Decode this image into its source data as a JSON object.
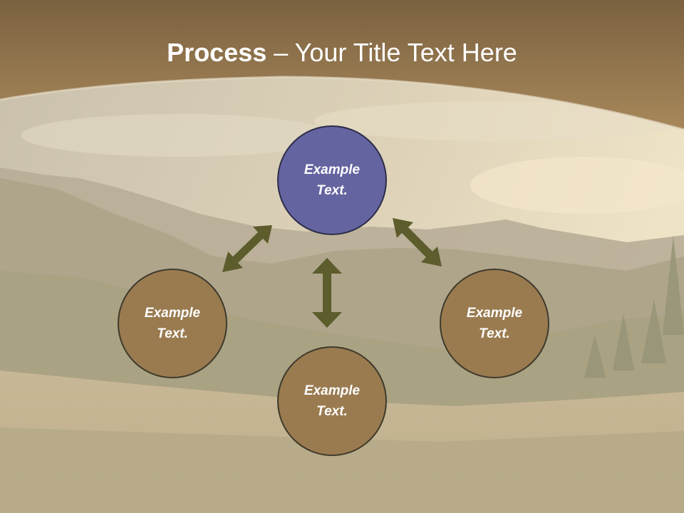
{
  "slide": {
    "title_bold": "Process",
    "title_rest": " – Your Title Text Here"
  },
  "colors": {
    "header_band": "#9a7a4e",
    "center_node": "#6464a0",
    "outer_node": "#9a7b50",
    "arrow": "#5c5c2c"
  },
  "diagram": {
    "nodes": [
      {
        "label": "Example\nText.",
        "role": "center"
      },
      {
        "label": "Example\nText.",
        "role": "left"
      },
      {
        "label": "Example\nText.",
        "role": "bottom"
      },
      {
        "label": "Example\nText.",
        "role": "right"
      }
    ],
    "arrows": [
      {
        "from": 0,
        "to": 1,
        "type": "double-headed"
      },
      {
        "from": 0,
        "to": 2,
        "type": "double-headed"
      },
      {
        "from": 0,
        "to": 3,
        "type": "double-headed"
      }
    ]
  }
}
